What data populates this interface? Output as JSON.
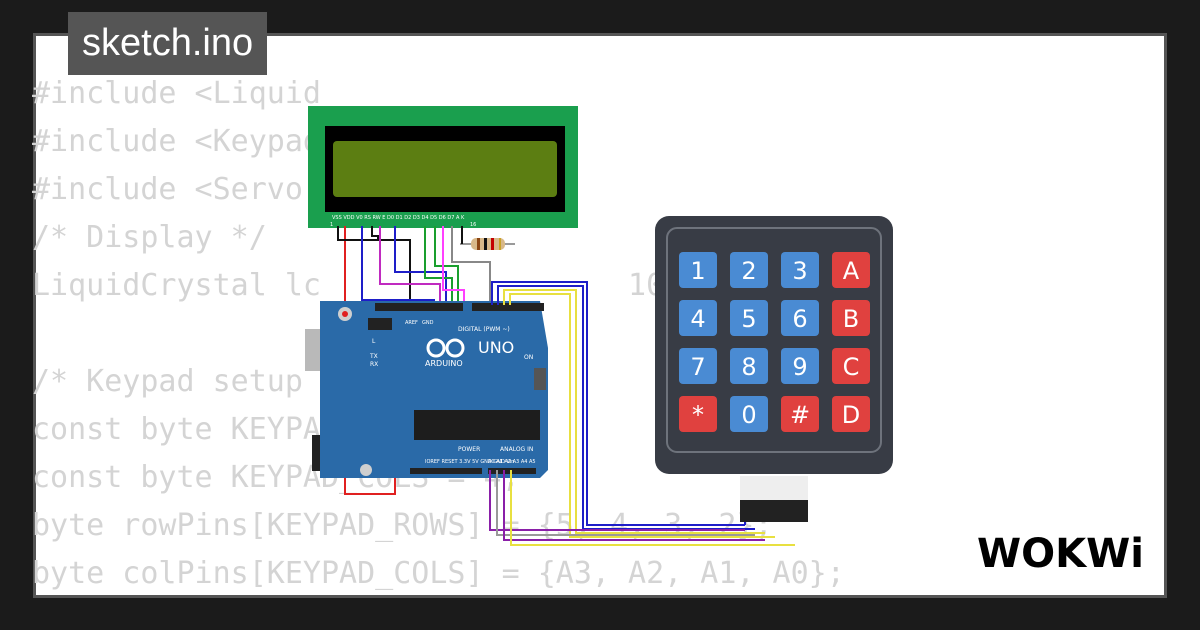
{
  "title": "sketch.ino",
  "code_lines": [
    "#include <Liquid",
    "#include <Keypad",
    "#include <Servo",
    "/* Display */",
    "LiquidCrystal lc                 10, 9",
    "",
    "/* Keypad setup",
    "const byte KEYPAD_ROWS = 4;",
    "const byte KEYPAD_COLS = 4;",
    "byte rowPins[KEYPAD_ROWS] = {5, 4, 3, 2};",
    "byte colPins[KEYPAD_COLS] = {A3, A2, A1, A0};"
  ],
  "keypad": {
    "keys": [
      "1",
      "2",
      "3",
      "A",
      "4",
      "5",
      "6",
      "B",
      "7",
      "8",
      "9",
      "C",
      "*",
      "0",
      "#",
      "D"
    ]
  },
  "arduino": {
    "model": "UNO",
    "brand": "ARDUINO",
    "digital_label": "DIGITAL (PWM ~)",
    "analog_label": "ANALOG IN",
    "power_label": "POWER",
    "aref_label": "AREF",
    "gnd_label": "GND",
    "on_label": "ON",
    "l_label": "L",
    "tx_label": "TX",
    "rx_label": "RX",
    "analog_pins": [
      "A0",
      "A1",
      "A2",
      "A3",
      "A4",
      "A5"
    ],
    "power_pins": [
      "IOREF",
      "RESET",
      "3.3V",
      "5V",
      "GND",
      "GND",
      "Vin"
    ]
  },
  "lcd": {
    "pin_labels": "VSS VDD V0 RS RW E D0 D1 D2 D3 D4 D5 D6 D7 A K",
    "pin1": "1",
    "pin16": "16"
  },
  "logo_text": "WOKWi",
  "colors": {
    "background": "#1b1b1b",
    "card": "#ffffff",
    "title_bg": "#555555",
    "code_text": "#d4d4d4",
    "board_blue": "#2a6aa8",
    "lcd_green": "#1a9f4e",
    "lcd_screen": "#5c7e12",
    "key_blue": "#4a8bd3",
    "key_red": "#e0413f",
    "keypad_body": "#383c45"
  }
}
